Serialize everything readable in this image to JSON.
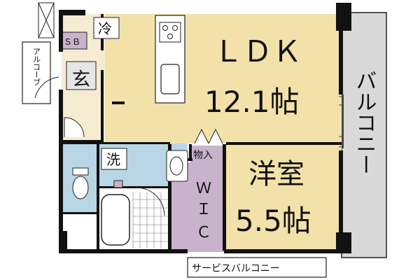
{
  "rooms": {
    "ldk_name": "ＬＤＫ",
    "ldk_size": "12.1帖",
    "western_name": "洋室",
    "western_size": "5.5帖",
    "entrance": "玄",
    "shoe_box": "ＳＢ",
    "fridge": "冷",
    "washer": "洗",
    "storage": "物入",
    "wic_w": "Ｗ",
    "wic_i": "Ｉ",
    "wic_c": "Ｃ",
    "alcove": "アルコーブ",
    "balcony": "バルコニー",
    "service_balcony": "サービスバルコニー"
  },
  "colors": {
    "ldk": "#f2e2aa",
    "western": "#f2e2aa",
    "wet": "#b9d6e6",
    "wic": "#c9b3cc",
    "sb": "#c9b3cc",
    "balcony": "#d9d9d9",
    "wall": "#111111"
  }
}
